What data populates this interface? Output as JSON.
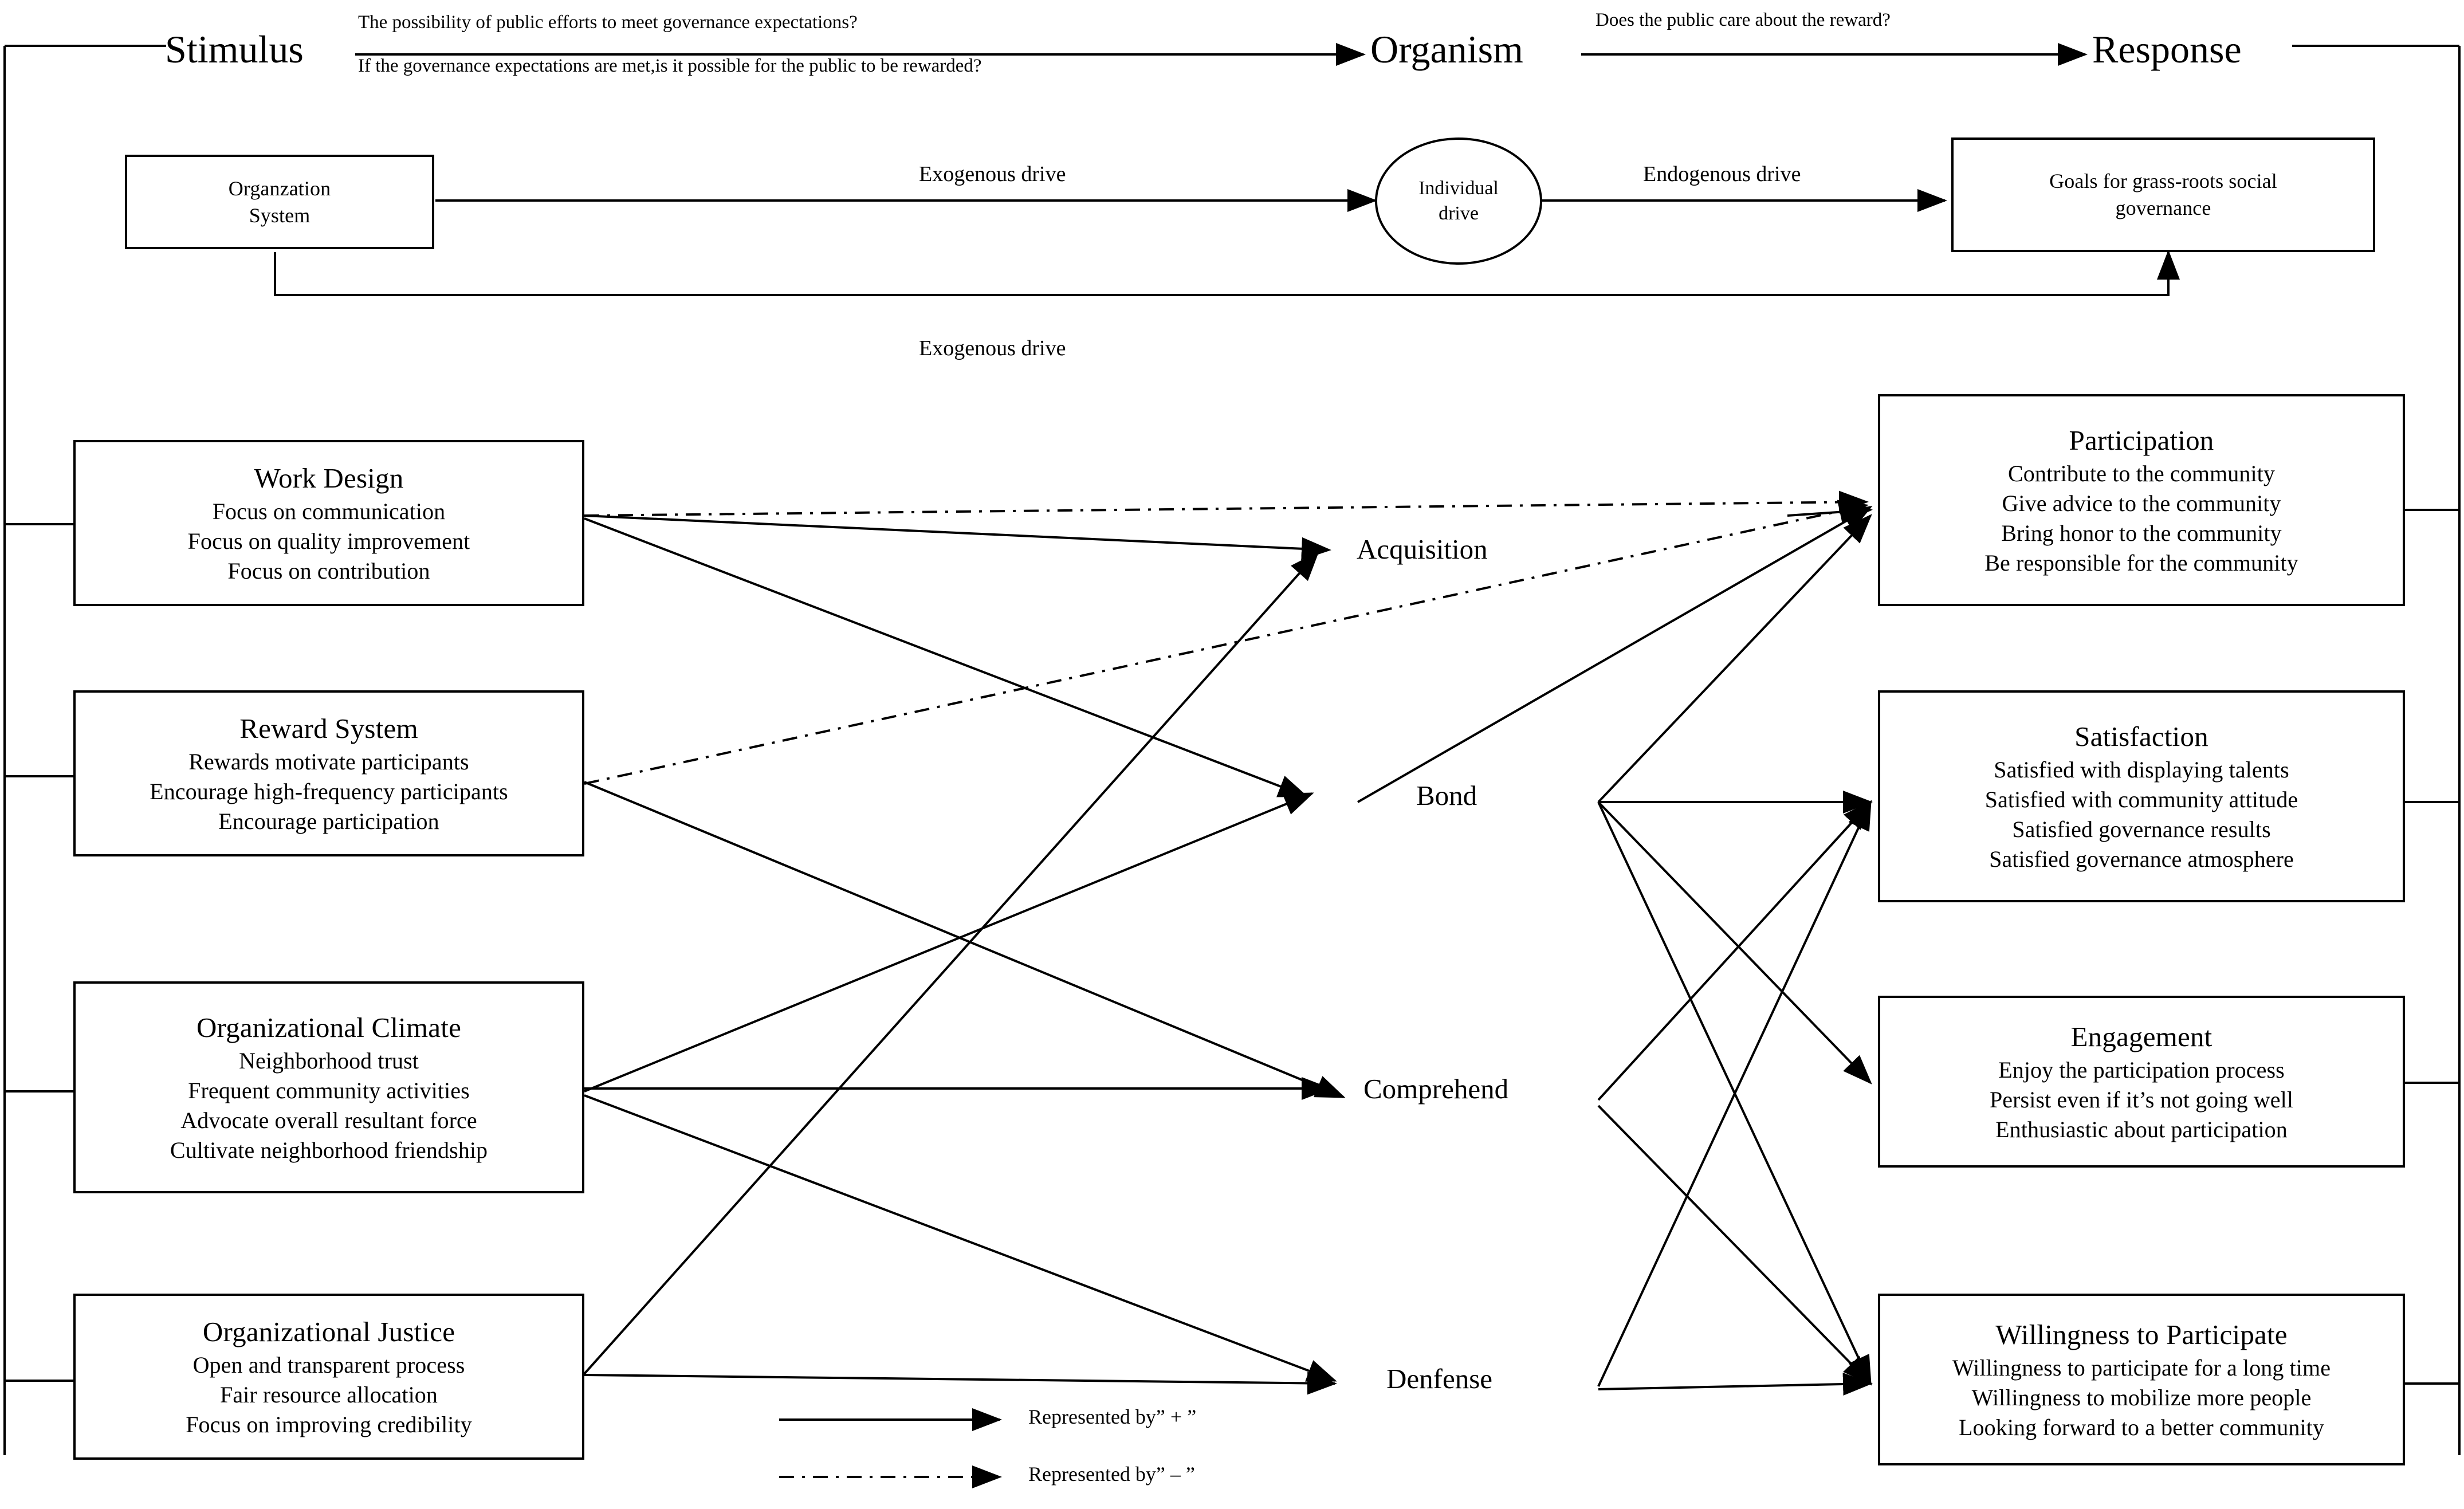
{
  "header": {
    "stimulus": "Stimulus",
    "organism": "Organism",
    "response": "Response",
    "question_1_line1": "The possibility of public efforts to meet governance expectations?",
    "question_1_line2": "If the governance expectations are met,is it possible for the public to be rewarded?",
    "question_2": "Does the public care about the reward?"
  },
  "top_flow": {
    "org_system_line1": "Organzation",
    "org_system_line2": "System",
    "individual_drive_line1": "Individual",
    "individual_drive_line2": "drive",
    "goals_line1": "Goals for grass-roots social",
    "goals_line2": "governance",
    "exogenous_drive_top": "Exogenous drive",
    "endogenous_drive": "Endogenous drive",
    "exogenous_drive_bottom": "Exogenous drive"
  },
  "antecedents": [
    {
      "title": "Work Design",
      "items": [
        "Focus on communication",
        "Focus on quality improvement",
        "Focus on contribution"
      ]
    },
    {
      "title": "Reward System",
      "items": [
        "Rewards motivate participants",
        "Encourage high-frequency participants",
        "Encourage participation"
      ]
    },
    {
      "title": "Organizational Climate",
      "items": [
        "Neighborhood trust",
        "Frequent community activities",
        "Advocate overall resultant force",
        "Cultivate neighborhood friendship"
      ]
    },
    {
      "title": "Organizational Justice",
      "items": [
        "Open and transparent process",
        "Fair resource allocation",
        "Focus on improving credibility"
      ]
    }
  ],
  "mediators": [
    {
      "label": "Acquisition"
    },
    {
      "label": "Bond"
    },
    {
      "label": "Comprehend"
    },
    {
      "label": "Denfense"
    }
  ],
  "outcomes": [
    {
      "title": "Participation",
      "items": [
        "Contribute to the community",
        "Give advice to the community",
        "Bring honor to the community",
        "Be responsible for the community"
      ]
    },
    {
      "title": "Satisfaction",
      "items": [
        "Satisfied with displaying talents",
        "Satisfied with community attitude",
        "Satisfied governance results",
        "Satisfied governance atmosphere"
      ]
    },
    {
      "title": "Engagement",
      "items": [
        "Enjoy the participation process",
        "Persist even if it’s not going well",
        "Enthusiastic about participation"
      ]
    },
    {
      "title": "Willingness to Participate",
      "items": [
        "Willingness to participate for a long time",
        "Willingness to mobilize more people",
        "Looking forward to a better community"
      ]
    }
  ],
  "legend": [
    {
      "style": "solid",
      "label": "Represented by” + ”"
    },
    {
      "style": "dashdot",
      "label": "Represented by” – ”"
    }
  ],
  "colors": {
    "line": "#000000",
    "background": "#ffffff",
    "text": "#000000"
  }
}
